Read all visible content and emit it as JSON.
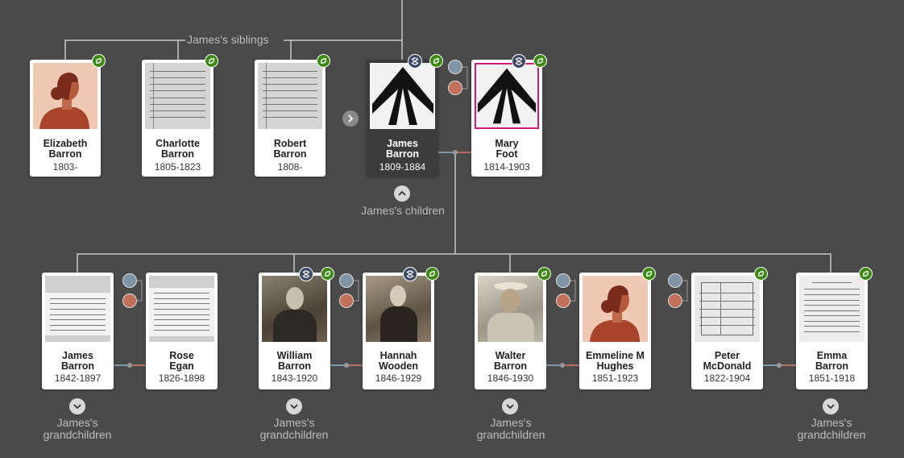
{
  "colors": {
    "background": "#4a4a4a",
    "line": "#c8c8c8",
    "leaf": "#3d8b15",
    "dna": "#3e4b66",
    "father_line": "#8fb3c9",
    "mother_line": "#d4806a",
    "focus_card": "#3b3b3b",
    "spouse_border": "#d11b79"
  },
  "labels": {
    "siblings": "James's siblings",
    "children": "James's children",
    "grandchildren_line1": "James's",
    "grandchildren_line2": "grandchildren"
  },
  "siblings": [
    {
      "first": "Elizabeth",
      "last": "Barron",
      "dates": "1803-",
      "photo": "avatar-female"
    },
    {
      "first": "Charlotte",
      "last": "Barron",
      "dates": "1805-1823",
      "photo": "document-scan"
    },
    {
      "first": "Robert",
      "last": "Barron",
      "dates": "1808-",
      "photo": "document-scan"
    }
  ],
  "focus": {
    "first": "James",
    "last": "Barron",
    "dates": "1809-1884",
    "photo": "coat-of-arms"
  },
  "spouse": {
    "first": "Mary",
    "last": "Foot",
    "dates": "1814-1903",
    "photo": "coat-of-arms"
  },
  "children": [
    {
      "first": "James",
      "last": "Barron",
      "dates": "1842-1897",
      "photo": "newspaper-clipping"
    },
    {
      "first": "Rose",
      "last": "Egan",
      "dates": "1826-1898",
      "photo": "newspaper-clipping"
    },
    {
      "first": "William",
      "last": "Barron",
      "dates": "1843-1920",
      "photo": "portrait-photo"
    },
    {
      "first": "Hannah",
      "last": "Wooden",
      "dates": "1846-1929",
      "photo": "portrait-photo"
    },
    {
      "first": "Walter",
      "last": "Barron",
      "dates": "1846-1930",
      "photo": "portrait-photo"
    },
    {
      "first": "Emmeline M",
      "last": "Hughes",
      "dates": "1851-1923",
      "photo": "avatar-female"
    },
    {
      "first": "Peter",
      "last": "McDonald",
      "dates": "1822-1904",
      "photo": "form-document"
    },
    {
      "first": "Emma",
      "last": "Barron",
      "dates": "1851-1918",
      "photo": "newspaper-clipping"
    }
  ]
}
